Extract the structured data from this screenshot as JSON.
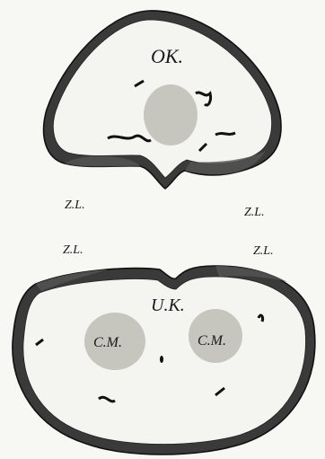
{
  "diagram": {
    "upper_body": {
      "center_label": "OK.",
      "left_label": "Z.L.",
      "right_label": "Z.L."
    },
    "lower_body": {
      "center_label": "U.K.",
      "left_label": "Z.L.",
      "right_label": "Z.L.",
      "left_cell_label": "C.M.",
      "right_cell_label": "C.M."
    }
  }
}
